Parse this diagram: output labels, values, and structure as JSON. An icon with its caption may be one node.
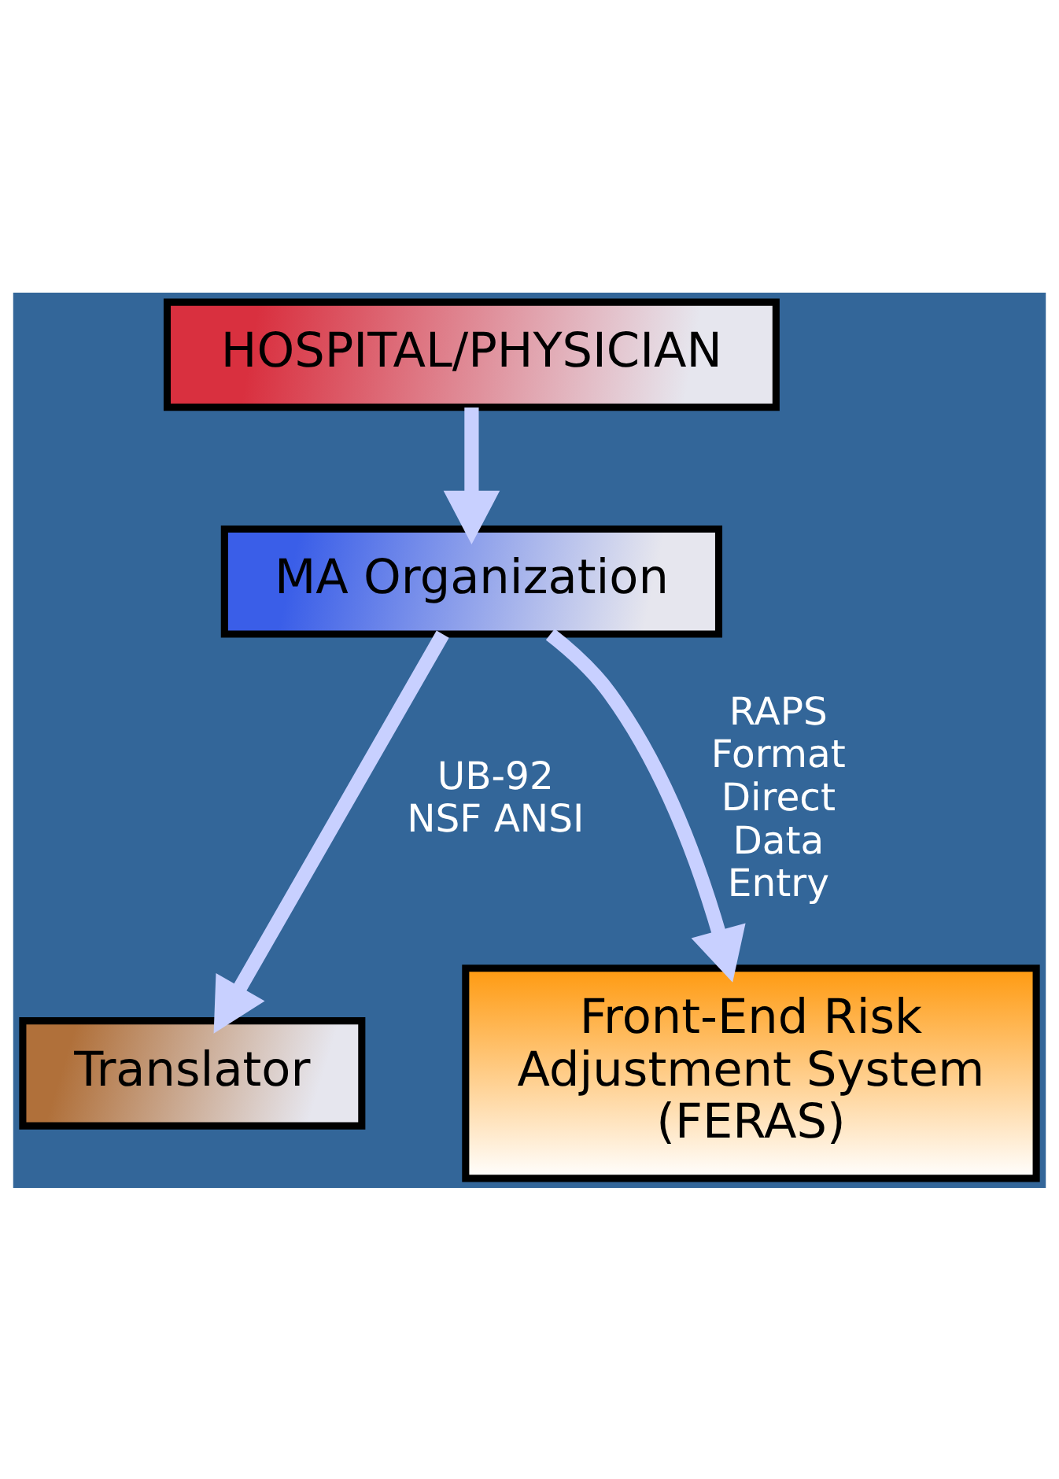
{
  "diagram": {
    "nodes": [
      {
        "text": [
          "HOSPITAL/PHYSICIAN"
        ]
      },
      {
        "text": [
          "MA Organization"
        ]
      },
      {
        "text": [
          "Translator"
        ]
      },
      {
        "text": [
          "Front-End Risk Adjustment System (FERAS)"
        ]
      }
    ],
    "edges": [
      {
        "from": 0,
        "to": 1,
        "arrow": "to"
      },
      {
        "from": 1,
        "to": 2,
        "arrow": "to",
        "label": "UB-92 NSF ANSI"
      },
      {
        "from": 1,
        "to": 3,
        "arrow": "to",
        "label": "RAPS Format Direct Data Entry"
      }
    ]
  }
}
